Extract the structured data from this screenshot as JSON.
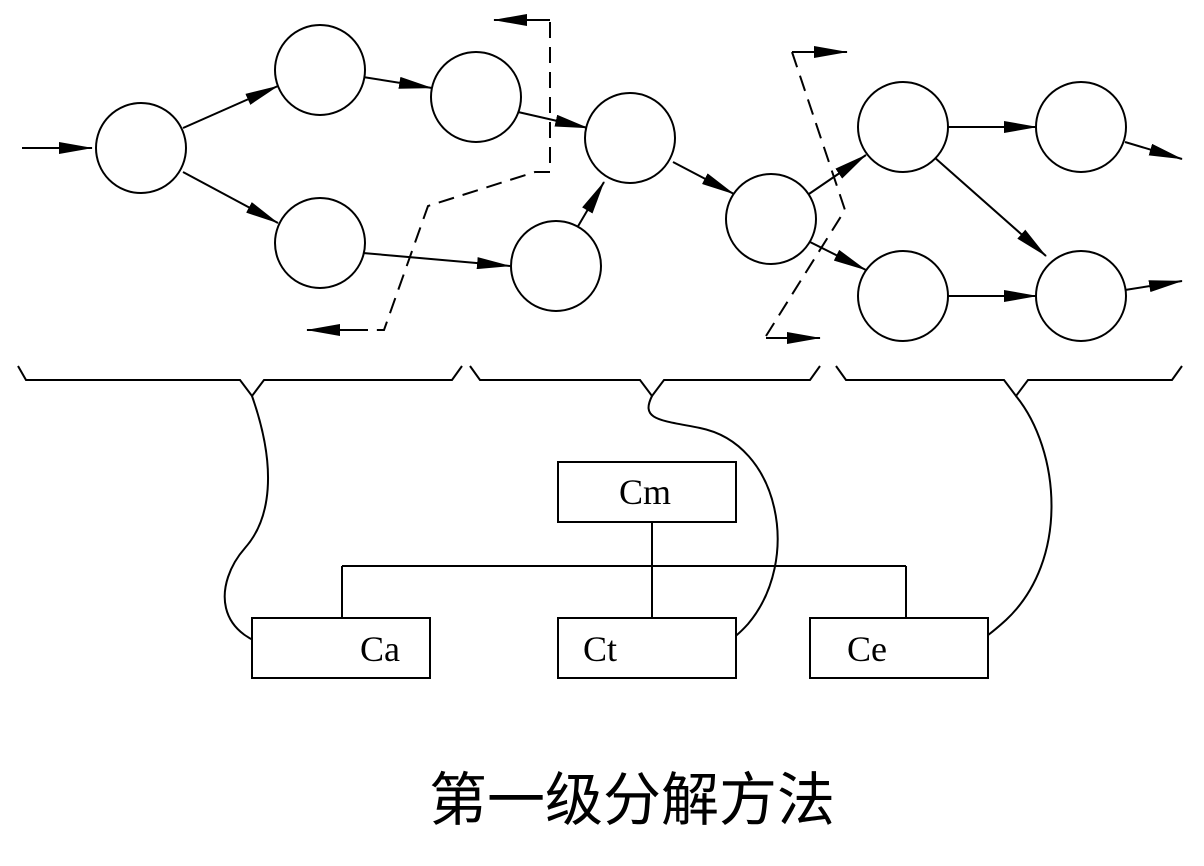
{
  "diagram": {
    "boxes": {
      "cm": "Cm",
      "ca": "Ca",
      "ct": "Ct",
      "ce": "Ce"
    },
    "caption": "第一级分解方法"
  }
}
